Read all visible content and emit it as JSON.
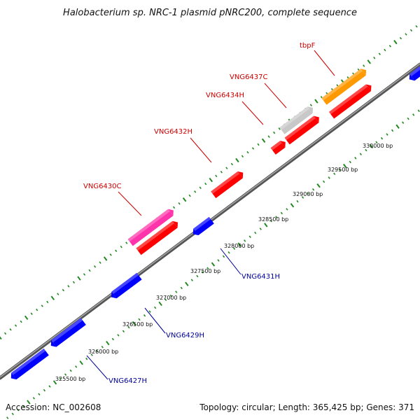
{
  "title": "Halobacterium sp. NRC-1 plasmid pNRC200, complete sequence",
  "footer": {
    "accession": "Accession: NC_002608",
    "summary": "Topology: circular; Length: 365,425 bp; Genes: 371"
  },
  "colors": {
    "forward_gene": "#ff0000",
    "reverse_gene": "#0000ff",
    "pink_gene": "#ff33aa",
    "orange_gene": "#ff9900",
    "gray_gene": "#c8c8c8",
    "backbone": "#666666",
    "tick": "#228822",
    "label_red": "#cc0000",
    "label_blue": "#000099"
  },
  "bp_labels": [
    "325500 bp",
    "326000 bp",
    "326500 bp",
    "327000 bp",
    "327500 bp",
    "328000 bp",
    "328500 bp",
    "329000 bp",
    "329500 bp",
    "330000 bp"
  ],
  "gene_labels": {
    "VNG6427H": "VNG6427H",
    "VNG6429H": "VNG6429H",
    "VNG6430C": "VNG6430C",
    "VNG6431H": "VNG6431H",
    "VNG6432H": "VNG6432H",
    "VNG6434H": "VNG6434H",
    "VNG6437C": "VNG6437C",
    "tbpF": "tbpF"
  }
}
